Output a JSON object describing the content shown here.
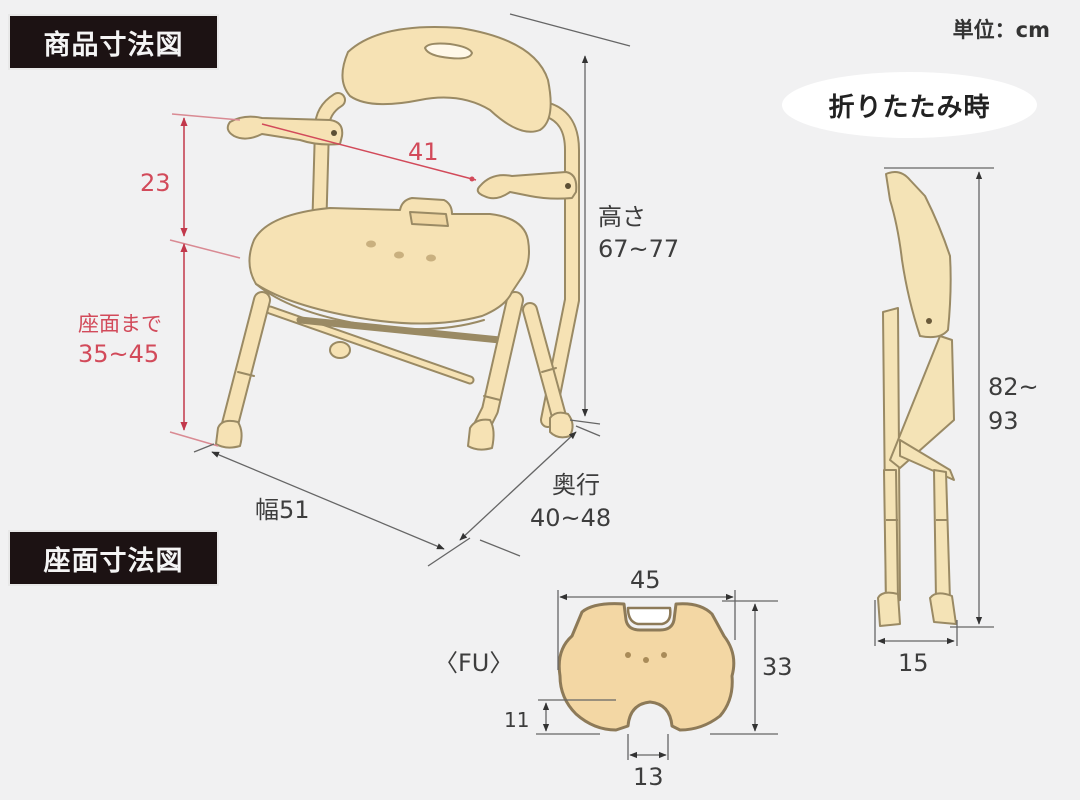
{
  "headings": {
    "product_dimensions": "商品寸法図",
    "seat_dimensions": "座面寸法図",
    "unit": "単位：cm",
    "folded": "折りたたみ時"
  },
  "product_view": {
    "armrest_height": "23",
    "armrest_width": "41",
    "seat_height_label": "座面まで",
    "seat_height_value": "35~45",
    "total_height_label": "高さ",
    "total_height_value": "67~77",
    "width_label": "幅51",
    "depth_label": "奥行",
    "depth_value": "40~48"
  },
  "folded_view": {
    "height_line1": "82~",
    "height_line2": "93",
    "width": "15"
  },
  "seat_view": {
    "model": "〈FU〉",
    "width": "45",
    "depth": "33",
    "cutout_depth": "11",
    "cutout_width": "13"
  },
  "colors": {
    "chair_fill": "#f6e2b4",
    "chair_outline": "#9a8a64",
    "seat_fill": "#f3d7a4",
    "seat_outline": "#8d7a58",
    "red_dimension": "#d24a5a",
    "label_bg": "#1c1213",
    "background": "#f1f1f2"
  }
}
